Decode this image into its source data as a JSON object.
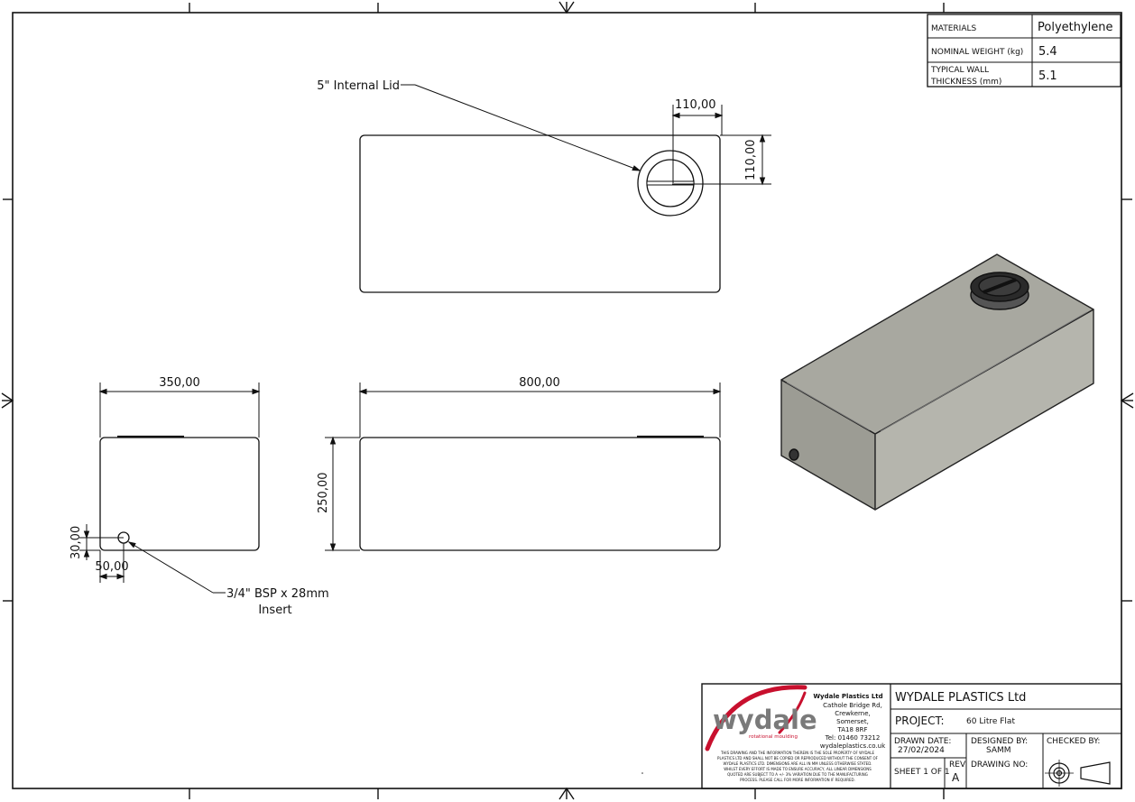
{
  "materials_table": {
    "materials_label": "MATERIALS",
    "materials_value": "Polyethylene",
    "weight_label": "NOMINAL WEIGHT (kg)",
    "weight_value": "5.4",
    "wall_label_line1": "TYPICAL WALL",
    "wall_label_line2": "THICKNESS (mm)",
    "wall_value": "5.1"
  },
  "annotations": {
    "lid_note": "5\" Internal Lid",
    "outlet_note_line1": "3/4\" BSP x 28mm",
    "outlet_note_line2": "Insert"
  },
  "dimensions": {
    "lid_width": "110,00",
    "lid_height": "110,00",
    "side_width": "350,00",
    "front_length": "800,00",
    "front_height": "250,00",
    "outlet_height": "30,00",
    "outlet_offset": "50,00"
  },
  "title_block": {
    "company_name": "Wydale Plastics Ltd",
    "address_lines": [
      "Cathole Bridge Rd,",
      "Crewkerne,",
      "Somerset,",
      "TA18 8RF"
    ],
    "telephone": "Tel: 01460 73212",
    "website": "wydaleplastics.co.uk",
    "logo_text": "wydale",
    "logo_tagline": "rotational moulding",
    "disclaimer_lines": [
      "THIS DRAWING AND THE INFORMATION THEREIN IS THE SOLE PROPERTY OF WYDALE",
      "PLASTICS LTD AND SHALL NOT BE COPIED OR REPRODUCED WITHOUT THE CONSENT OF",
      "WYDALE PLASTICS LTD. DIMENSIONS ARE ALL IN MM UNLESS OTHERWISE STATED.",
      "WHILST EVERY EFFORT IS MADE TO ENSURE ACCURACY, ALL LINEAR DIMENSIONS",
      "QUOTED ARE SUBJECT TO A +/- 3% VARIATION DUE TO THE MANUFACTURING",
      "PROCESS. PLEASE CALL FOR MORE INFORMATION IF REQUIRED."
    ],
    "header": "WYDALE PLASTICS Ltd",
    "project_label": "PROJECT:",
    "project_value": "60 Litre Flat",
    "drawn_date_label": "DRAWN DATE:",
    "drawn_date_value": "27/02/2024",
    "designed_by_label": "DESIGNED BY:",
    "designed_by_value": "SAMM",
    "checked_by_label": "CHECKED BY:",
    "sheet_label": "SHEET 1 OF 1",
    "rev_label": "REV",
    "rev_value": "A",
    "drawing_no_label": "DRAWING NO:"
  },
  "colors": {
    "logo_red": "#c8102e",
    "logo_gray": "#7a7a7a",
    "tank_top": "#a3a39b",
    "tank_front": "#9c9c94",
    "tank_side": "#b6b6ae",
    "lid_dark": "#2a2a2a"
  }
}
